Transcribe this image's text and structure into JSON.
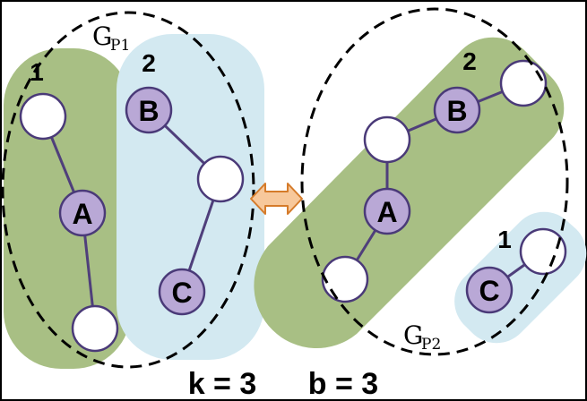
{
  "graph_labels": {
    "gp1_main": "G",
    "gp1_sub": "P1",
    "gp2_main": "G",
    "gp2_sub": "P2"
  },
  "groups": {
    "p1_green_id": "1",
    "p1_blue_id": "2",
    "p2_green_id": "2",
    "p2_blue_id": "1"
  },
  "nodes": {
    "p1_a": "A",
    "p1_b": "B",
    "p1_c": "C",
    "p2_a": "A",
    "p2_b": "B",
    "p2_c": "C"
  },
  "params": {
    "k": "k = 3",
    "b": "b = 3"
  },
  "colors": {
    "green_group": "#a8bf84",
    "blue_group": "#d3e9f1",
    "labeled_node": "#b9a8d6",
    "node_stroke": "#4a3a78",
    "edge": "#4f3f7b",
    "arrow_fill": "#f7c89b",
    "arrow_stroke": "#d57b2a"
  }
}
